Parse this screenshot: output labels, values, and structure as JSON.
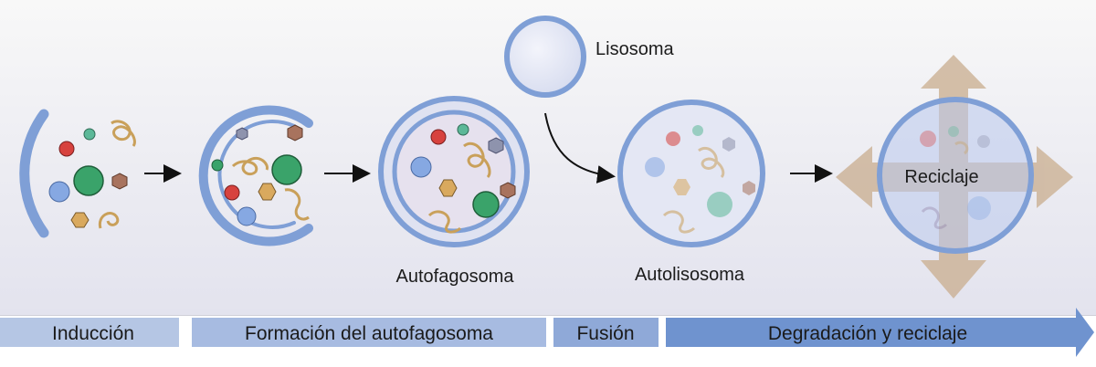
{
  "labels": {
    "lysosome": "Lisosoma",
    "autophagosome": "Autofagosoma",
    "autolysosome": "Autolisosoma",
    "recycling": "Reciclaje"
  },
  "stages": [
    {
      "label": "Inducción"
    },
    {
      "label": "Formación del autofagosoma"
    },
    {
      "label": "Fusión"
    },
    {
      "label": "Degradación y reciclaje"
    }
  ],
  "colors": {
    "membrane": "#7f9fd6",
    "membrane_fill": "#dfe2f1",
    "lumen": "#e6e1ee",
    "stage_light": "#b5c6e4",
    "stage_mid": "#8fa9d8",
    "stage_dark": "#6f93cf",
    "recycle_arrow": "#c9ad8e",
    "red": "#d7423e",
    "green": "#3aa36a",
    "blue": "#86a8e2",
    "teal": "#5cb898",
    "tan": "#c9a05a",
    "hex_brown": "#a8735e",
    "hex_slate": "#8e93ad"
  }
}
